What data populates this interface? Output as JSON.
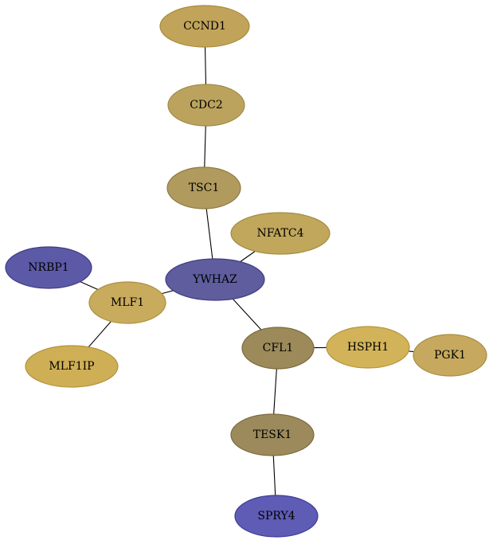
{
  "nodes": [
    {
      "id": "CCND1",
      "label": "CCND1",
      "color": "#C1A45A",
      "stroke": "#A88B3C"
    },
    {
      "id": "CDC2",
      "label": "CDC2",
      "color": "#BBA35E",
      "stroke": "#9F8A45"
    },
    {
      "id": "TSC1",
      "label": "TSC1",
      "color": "#B09A5E",
      "stroke": "#8E7C42"
    },
    {
      "id": "NFATC4",
      "label": "NFATC4",
      "color": "#C1A75C",
      "stroke": "#A48C3F"
    },
    {
      "id": "YWHAZ",
      "label": "YWHAZ",
      "color": "#5F5D9E",
      "stroke": "#3F3D80"
    },
    {
      "id": "NRBP1",
      "label": "NRBP1",
      "color": "#5C5AA6",
      "stroke": "#3C3A88"
    },
    {
      "id": "MLF1",
      "label": "MLF1",
      "color": "#C8AB5C",
      "stroke": "#AC8F3F"
    },
    {
      "id": "MLF1IP",
      "label": "MLF1IP",
      "color": "#CFAF55",
      "stroke": "#B2933A"
    },
    {
      "id": "CFL1",
      "label": "CFL1",
      "color": "#9C8A5A",
      "stroke": "#7C6A3C"
    },
    {
      "id": "HSPH1",
      "label": "HSPH1",
      "color": "#D2B35A",
      "stroke": "#B5963D"
    },
    {
      "id": "PGK1",
      "label": "PGK1",
      "color": "#C6A95E",
      "stroke": "#A88D42"
    },
    {
      "id": "TESK1",
      "label": "TESK1",
      "color": "#9C8A5C",
      "stroke": "#7C6A3E"
    },
    {
      "id": "SPRY4",
      "label": "SPRY4",
      "color": "#5E5CB4",
      "stroke": "#3E3C96"
    }
  ],
  "edges": [
    {
      "from": "CCND1",
      "to": "CDC2"
    },
    {
      "from": "CDC2",
      "to": "TSC1"
    },
    {
      "from": "TSC1",
      "to": "YWHAZ"
    },
    {
      "from": "NFATC4",
      "to": "YWHAZ"
    },
    {
      "from": "YWHAZ",
      "to": "MLF1"
    },
    {
      "from": "YWHAZ",
      "to": "CFL1"
    },
    {
      "from": "NRBP1",
      "to": "MLF1"
    },
    {
      "from": "MLF1",
      "to": "MLF1IP"
    },
    {
      "from": "CFL1",
      "to": "HSPH1"
    },
    {
      "from": "HSPH1",
      "to": "PGK1"
    },
    {
      "from": "CFL1",
      "to": "TESK1"
    },
    {
      "from": "TESK1",
      "to": "SPRY4"
    }
  ]
}
